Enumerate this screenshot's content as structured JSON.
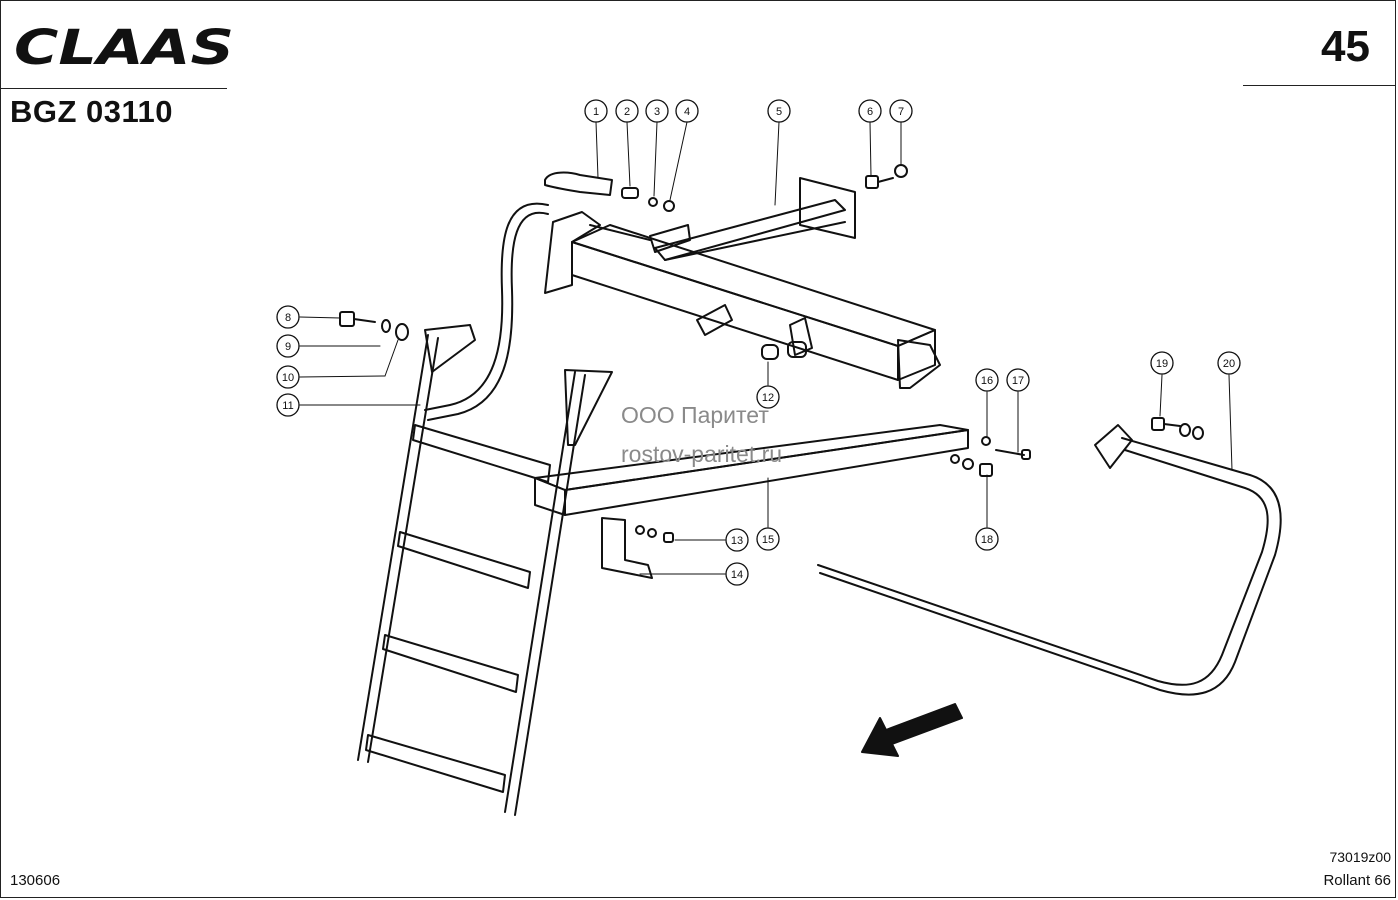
{
  "header": {
    "brand_logo": "CLAAS",
    "diagram_code": "BGZ 03110",
    "page_number": "45"
  },
  "footer": {
    "doc_number": "130606",
    "drawing_number": "73019z00",
    "model": "Rollant 66"
  },
  "watermark": {
    "line1": "ООО Паритет",
    "line2": "rostov-paritet.ru"
  },
  "callouts": [
    "1",
    "2",
    "3",
    "4",
    "5",
    "6",
    "7",
    "8",
    "9",
    "10",
    "11",
    "12",
    "13",
    "14",
    "15",
    "16",
    "17",
    "18",
    "19",
    "20"
  ],
  "colors": {
    "line": "#111111",
    "watermark": "#8a8a8a"
  }
}
